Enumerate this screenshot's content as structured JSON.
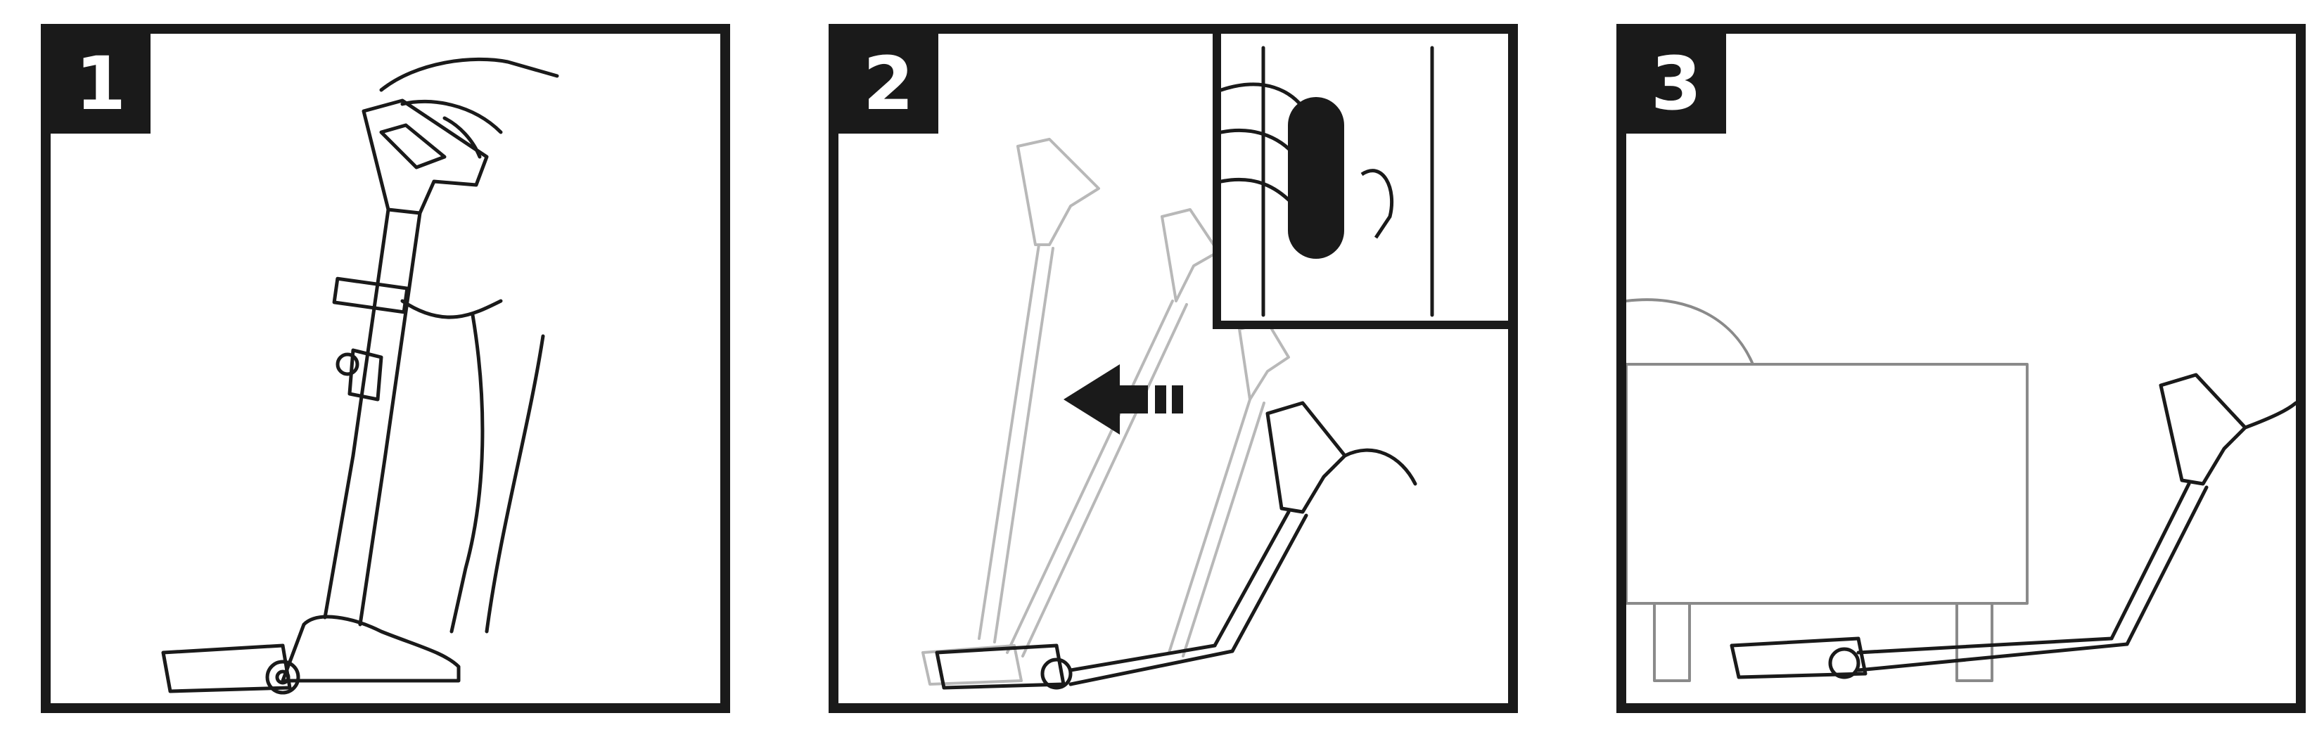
{
  "steps": [
    {
      "number": "1"
    },
    {
      "number": "2"
    },
    {
      "number": "3"
    }
  ],
  "colors": {
    "frame": "#1a1a1a",
    "line": "#1a1a1a",
    "ghost_line": "#b8b8b8",
    "background": "#ffffff"
  },
  "icons": {
    "direction_arrow": "arrow-left-icon",
    "release_button": "release-button-icon"
  }
}
